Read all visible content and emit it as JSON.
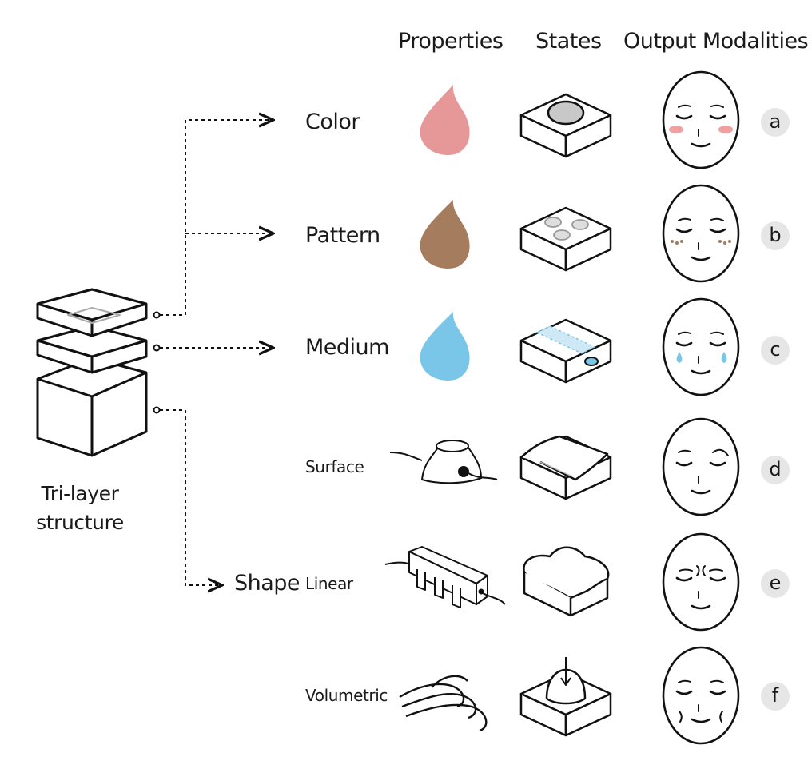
{
  "headers": {
    "properties": "Properties",
    "states": "States",
    "outputs": "Output Modalities"
  },
  "structure_label_line1": "Tri-layer",
  "structure_label_line2": "structure",
  "shape_label": "Shape",
  "rows": [
    {
      "property": "Color",
      "badge": "a",
      "icon": "pink-drop-icon",
      "state": "gray-disc-block-icon",
      "face": "face-blush-icon"
    },
    {
      "property": "Pattern",
      "badge": "b",
      "icon": "brown-drop-icon",
      "state": "three-dots-block-icon",
      "face": "face-freckles-icon"
    },
    {
      "property": "Medium",
      "badge": "c",
      "icon": "blue-drop-icon",
      "state": "channel-block-icon",
      "face": "face-tears-icon"
    },
    {
      "property": "Surface",
      "badge": "d",
      "icon": "bump-actuator-icon",
      "state": "peeled-surface-block-icon",
      "face": "face-raised-brow-icon"
    },
    {
      "property": "Linear",
      "badge": "e",
      "icon": "linear-actuator-icon",
      "state": "wavy-block-icon",
      "face": "face-frown-lines-icon"
    },
    {
      "property": "Volumetric",
      "badge": "f",
      "icon": "coil-wires-icon",
      "state": "dome-press-block-icon",
      "face": "face-dimples-icon"
    }
  ],
  "colors": {
    "pink": "#e69898",
    "brown": "#a67c5f",
    "blue": "#79c6e8",
    "gray": "#c8c8c8",
    "blush": "#f0a0a0",
    "light_blue": "#cfe8f5"
  }
}
